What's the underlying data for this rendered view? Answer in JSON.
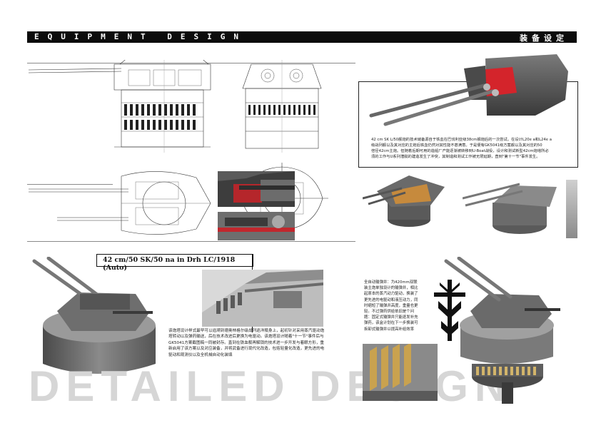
{
  "header": {
    "title_en": "EQUIPMENT DESIGN",
    "title_cn": "装备设定"
  },
  "caption_main": {
    "title": "42 cm/50 SK/50 na in Drh LC/1918 (Auto)"
  },
  "paragraphs": {
    "top_right_line1": "42 cm SK L/50舰炮的技术储备源自于铁血在巴伐利亚级38cm舰炮后的一次尝试。在设计L20e a和L24e a",
    "top_right_line2": "级战列舰以及其对应的主炮后铁血仍然对其性能不甚满意。于是便有GK5041级方案舰以及其对应的50",
    "top_right_line3": "倍径42cm主炮。但随着后期可用的造船厂产能逐渐被转移到U-Boat战役，设计和测试新型42cm炮塔所必",
    "top_right_line4": "须的工作与U系列潜艇的建造发生了冲突，其制造和测试工作被无限延期，直到\"第十一节\"事件发生。",
    "middle_line1": "该炮塔设计样式最早可以追溯到德奥林格尔级战列巡洋舰身上，起初针对采用蒸汽驱动炮",
    "middle_line2": "塔转动以及弹药输送，后在技术改进后更换为电驱动。该炮塔设计随着\"十一节\"事件后与",
    "middle_line3": "GK5041方案截图稿一同被封存。直到在铁血舰再解锁的技术进一步开发与着眼方形，重",
    "middle_line4": "新启用了该方案以及对应装备，并将武备进行现代化改造，包括轻量化改造，更先进的电",
    "middle_line5": "驱动和观测仪以及全机械自动化装填",
    "right_line1": "全自动输弹井：为420mm双联",
    "right_line2": "装主炮单独设计的输弹井，相比",
    "right_line3": "起原本的蒸汽动力驱动，换装了",
    "right_line4": "更先进的电驱动和液压动力，同",
    "right_line5": "时缩短了输弹井高度，重量也更",
    "right_line6": "轻。不过弹药供给依旧是个问",
    "right_line7": "题：固定式输弹井只能逐发补充",
    "right_line8": "弹药，该盒计划在下一步换装可",
    "right_line9": "拆卸式输弹井以提高补给效率"
  },
  "watermark": {
    "text": "DETAILED DESIGN"
  },
  "colors": {
    "header_bg": "#0c0c0c",
    "accent_red": "#d4242b",
    "turret_grey": "#5c5c5c",
    "watermark_grey": "#d6d6d6"
  },
  "icons": {
    "emblem": "iron-cross-emblem"
  }
}
